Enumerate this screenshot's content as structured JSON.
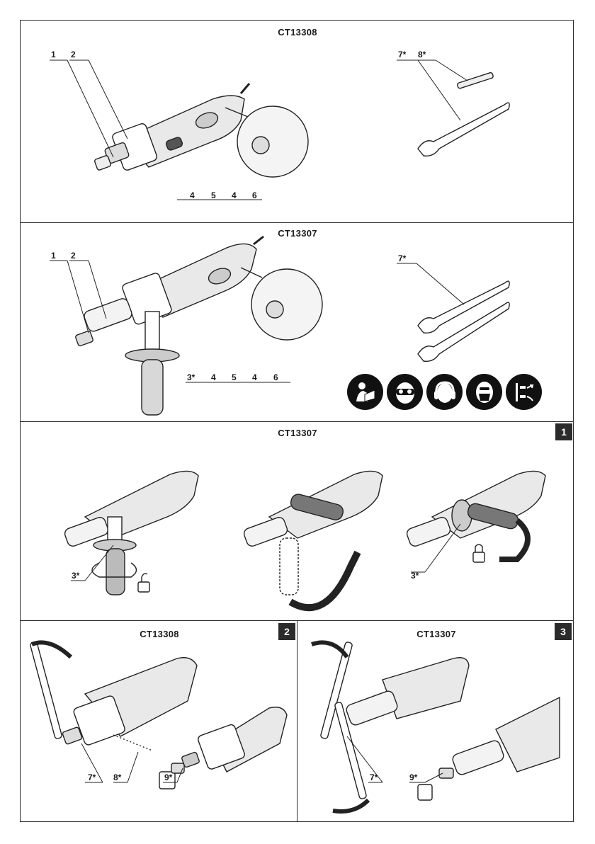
{
  "panels": [
    {
      "title": "CT13308",
      "labels": [
        "1",
        "2",
        "4",
        "5",
        "4",
        "6",
        "7*",
        "8*"
      ]
    },
    {
      "title": "CT13307",
      "labels": [
        "1",
        "2",
        "3*",
        "4",
        "5",
        "4",
        "6",
        "7*"
      ]
    },
    {
      "title": "CT13307",
      "badge": "1",
      "labels": [
        "3*",
        "3*"
      ]
    },
    {
      "title": "CT13308",
      "badge": "2",
      "labels": [
        "7*",
        "8*",
        "9*"
      ]
    },
    {
      "title": "CT13307",
      "badge": "3",
      "labels": [
        "7*",
        "9*"
      ]
    }
  ],
  "safety_icons": [
    "read-manual-icon",
    "safety-goggles-icon",
    "ear-protection-icon",
    "dust-mask-icon",
    "unplug-icon"
  ]
}
